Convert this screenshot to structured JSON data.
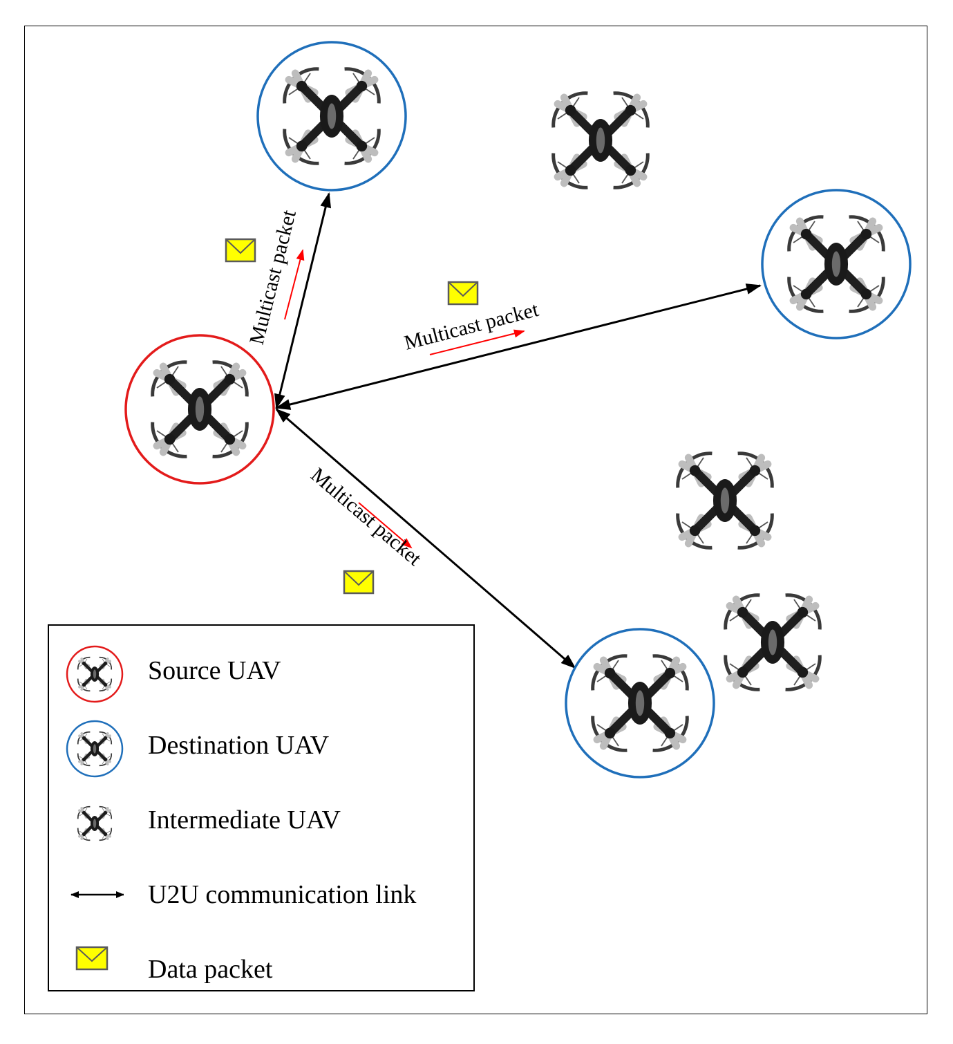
{
  "colors": {
    "source": "#e31b1b",
    "destination": "#1f6fba",
    "link": "#000000",
    "packet_arrow": "#ff0000",
    "envelope_fill": "#ffff00",
    "envelope_border": "#5a5a5a"
  },
  "links": [
    {
      "from": "source",
      "to": "destination-top",
      "label": "Multicast packet"
    },
    {
      "from": "source",
      "to": "destination-right",
      "label": "Multicast packet"
    },
    {
      "from": "source",
      "to": "destination-bottom",
      "label": "Multicast packet"
    }
  ],
  "legend": {
    "items": [
      {
        "symbol": "source-uav-icon",
        "label": "Source UAV"
      },
      {
        "symbol": "destination-uav-icon",
        "label": "Destination UAV"
      },
      {
        "symbol": "intermediate-uav-icon",
        "label": "Intermediate UAV"
      },
      {
        "symbol": "double-arrow-icon",
        "label": "U2U communication link"
      },
      {
        "symbol": "envelope-icon",
        "label": "Data packet"
      }
    ]
  }
}
